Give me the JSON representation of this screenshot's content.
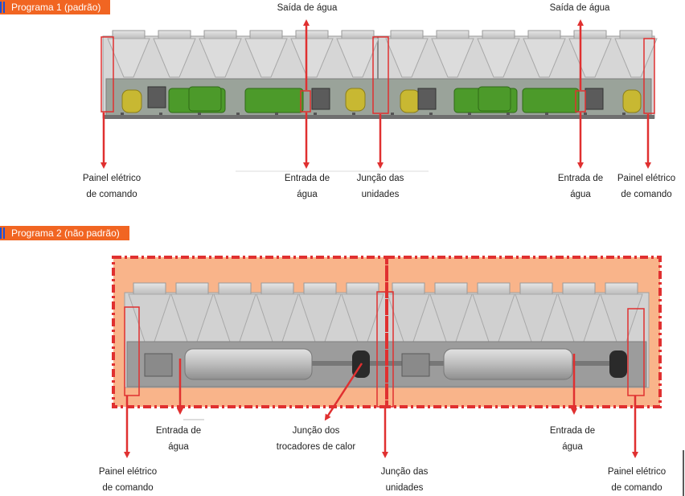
{
  "programs": [
    {
      "tag": "Programa 1 (padrão)",
      "labels": {
        "outlet_left": "Saída de água",
        "outlet_right": "Saída de água",
        "panel_left": [
          "Painel elétrico",
          "de comando"
        ],
        "inlet_left": [
          "Entrada de",
          "água"
        ],
        "junction": [
          "Junção das",
          "unidades"
        ],
        "inlet_right": [
          "Entrada de",
          "água"
        ],
        "panel_right": [
          "Painel elétrico",
          "de comando"
        ]
      }
    },
    {
      "tag": "Programa 2 (não padrão)",
      "labels": {
        "inlet_left": [
          "Entrada de",
          "água"
        ],
        "hx_junction": [
          "Junção dos",
          "trocadores de calor"
        ],
        "inlet_right": [
          "Entrada de",
          "água"
        ],
        "panel_left": [
          "Painel elétrico",
          "de comando"
        ],
        "junction": [
          "Junção das",
          "unidades"
        ],
        "panel_right": [
          "Painel elétrico",
          "de comando"
        ]
      }
    }
  ],
  "colors": {
    "tag_bg": "#f16522",
    "arrow": "#e03030",
    "highlight_fill": "#f9b48a",
    "machine_grey": "#c9c9c9",
    "compressor_green": "#4c9a2a",
    "tank_yellow": "#c8b832"
  }
}
